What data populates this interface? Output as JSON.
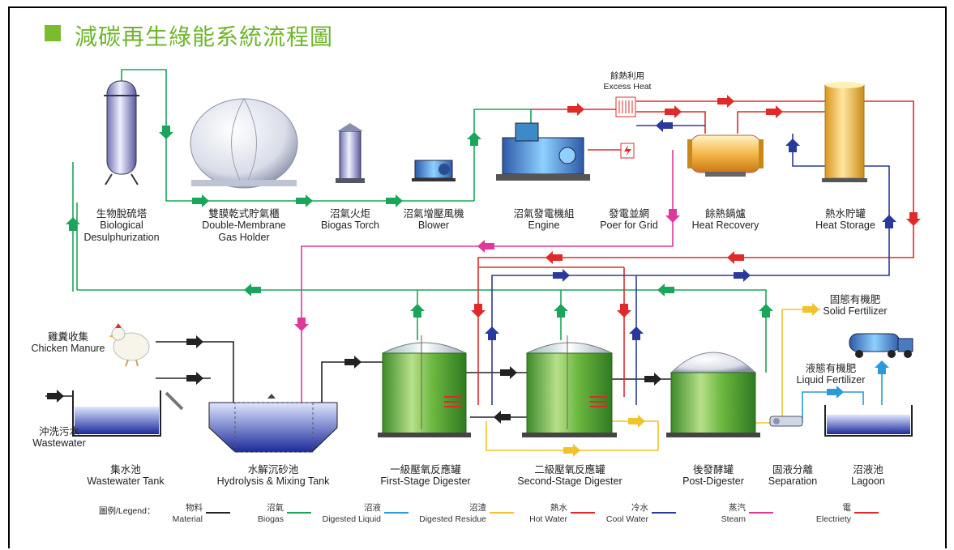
{
  "title": "減碳再生綠能系統流程圖",
  "components": {
    "bio_desulph": {
      "zh": "生物脫硫塔",
      "en1": "Biological",
      "en2": "Desulphurization"
    },
    "gas_holder": {
      "zh": "雙膜乾式貯氣櫃",
      "en1": "Double-Membrane",
      "en2": "Gas Holder"
    },
    "biogas_torch": {
      "zh": "沼氣火炬",
      "en1": "Biogas Torch"
    },
    "blower": {
      "zh": "沼氣增壓風機",
      "en1": "Blower"
    },
    "engine": {
      "zh": "沼氣發電機組",
      "en1": "Engine"
    },
    "grid": {
      "zh": "發電並網",
      "en1": "Poer for Grid"
    },
    "excess_heat": {
      "zh": "餘熱利用",
      "en1": "Excess Heat"
    },
    "heat_recovery": {
      "zh": "餘熱鍋爐",
      "en1": "Heat Recovery"
    },
    "heat_storage": {
      "zh": "熱水貯罐",
      "en1": "Heat Storage"
    },
    "chicken_manure": {
      "zh": "雞糞收集",
      "en1": "Chicken Manure"
    },
    "wastewater": {
      "zh": "沖洗污水",
      "en1": "Wastewater"
    },
    "wastewater_tank": {
      "zh": "集水池",
      "en1": "Wastewater Tank"
    },
    "hydrolysis": {
      "zh": "水解沉砂池",
      "en1": "Hydrolysis & Mixing Tank"
    },
    "first_digester": {
      "zh": "一級壓氧反應罐",
      "en1": "First-Stage Digester"
    },
    "second_digester": {
      "zh": "二級壓氧反應罐",
      "en1": "Second-Stage Digester"
    },
    "post_digester": {
      "zh": "後發酵罐",
      "en1": "Post-Digester"
    },
    "separation": {
      "zh": "固液分離",
      "en1": "Separation"
    },
    "lagoon": {
      "zh": "沼液池",
      "en1": "Lagoon"
    },
    "solid_fertilizer": {
      "zh": "固態有機肥",
      "en1": "Solid Fertilizer"
    },
    "liquid_fertilizer": {
      "zh": "液態有機肥",
      "en1": "Liquid Fertilizer"
    }
  },
  "legend": {
    "title": "圖例/Legend：",
    "items": [
      {
        "zh": "物料",
        "en": "Material",
        "color": "#222222"
      },
      {
        "zh": "沼氣",
        "en": "Biogas",
        "color": "#1aa55a"
      },
      {
        "zh": "沼液",
        "en": "Digested Liquid",
        "color": "#2a9ad8"
      },
      {
        "zh": "沼渣",
        "en": "Digested Residue",
        "color": "#f2c22a"
      },
      {
        "zh": "熱水",
        "en": "Hot Water",
        "color": "#e02a2a"
      },
      {
        "zh": "冷水",
        "en": "Cool Water",
        "color": "#2a3a9a"
      },
      {
        "zh": "蒸汽",
        "en": "Steam",
        "color": "#e0389a"
      },
      {
        "zh": "電",
        "en": "Electriety",
        "color": "#e02a2a"
      }
    ]
  },
  "colors": {
    "material": "#222222",
    "biogas": "#1aa55a",
    "liquid": "#2a9ad8",
    "residue": "#f2c22a",
    "hot": "#e02a2a",
    "cool": "#2a3a9a",
    "steam": "#e0389a",
    "title": "#6fb62c"
  }
}
